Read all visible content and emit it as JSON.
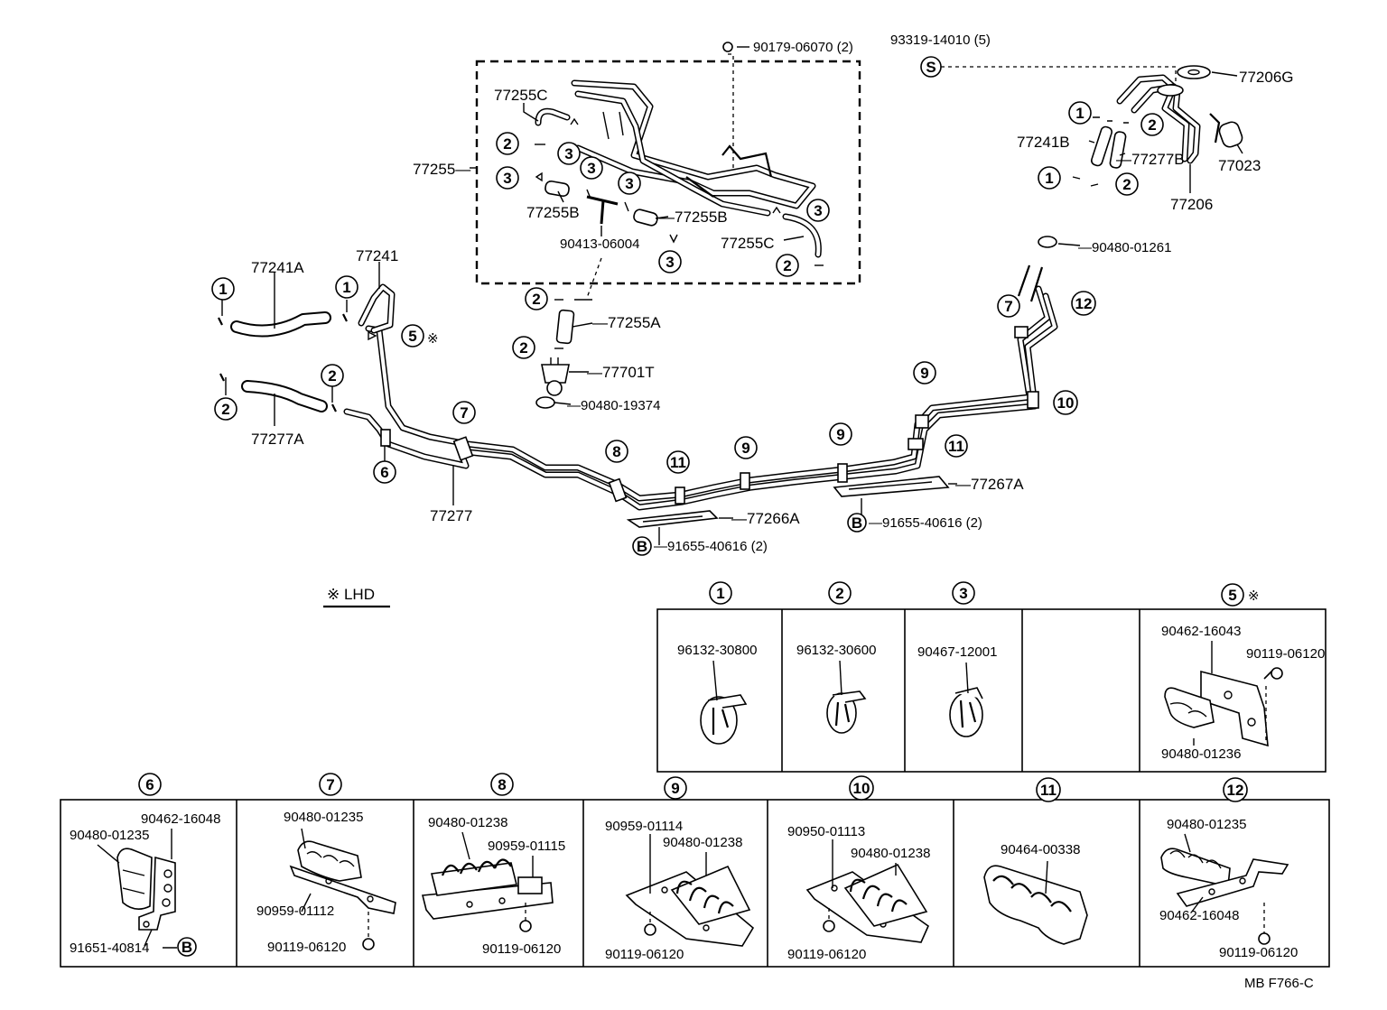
{
  "diagram": {
    "code": "MB  F766-C",
    "lhd_note": "※ LHD",
    "labels": {
      "p90179": "90179-06070 (2)",
      "p93319": "93319-14010 (5)",
      "p77206g": "77206G",
      "p77255c_a": "77255C",
      "p77255": "77255—",
      "p77255b_a": "77255B",
      "p77255b_b": "—77255B",
      "p90413": "90413-06004",
      "p77255c_b": "77255C",
      "p77241b": "77241B",
      "p77277b": "—77277B",
      "p77023": "77023",
      "p77206": "77206",
      "p90480_01261": "—90480-01261",
      "p77241a": "77241A",
      "p77241": "77241",
      "p77255a": "—77255A",
      "p77701t": "—77701T",
      "p90480_19374": "—90480-19374",
      "p77277a": "77277A",
      "p77277": "77277",
      "p77266a": "—77266A",
      "p91655_a": "—91655-40616 (2)",
      "p77267a": "—77267A",
      "p91655_b": "—91655-40616 (2)",
      "star": "※"
    },
    "callouts": {
      "one": "1",
      "two": "2",
      "three": "3",
      "five": "5",
      "six": "6",
      "seven": "7",
      "eight": "8",
      "nine": "9",
      "ten": "10",
      "eleven": "11",
      "twelve": "12",
      "s": "S",
      "b": "B"
    },
    "detail": {
      "c1": "96132-30800",
      "c2": "96132-30600",
      "c3": "90467-12001",
      "c5_a": "90462-16043",
      "c5_b": "90119-06120",
      "c5_c": "90480-01236",
      "c6_a": "90462-16048",
      "c6_b": "90480-01235",
      "c6_c": "91651-40814",
      "c7_a": "90480-01235",
      "c7_b": "90959-01112",
      "c7_c": "90119-06120",
      "c8_a": "90480-01238",
      "c8_b": "90959-01115",
      "c8_c": "90119-06120",
      "c9_a": "90959-01114",
      "c9_b": "90480-01238",
      "c9_c": "90119-06120",
      "c10_a": "90950-01113",
      "c10_b": "90480-01238",
      "c10_c": "90119-06120",
      "c11_a": "90464-00338",
      "c12_a": "90480-01235",
      "c12_b": "90462-16048",
      "c12_c": "90119-06120"
    }
  }
}
